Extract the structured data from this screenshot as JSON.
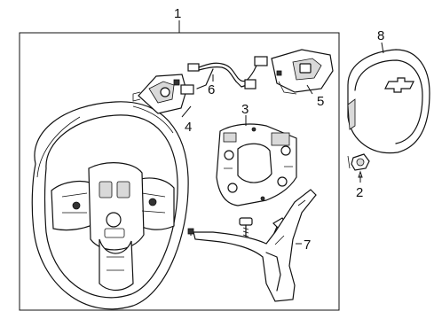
{
  "callouts": [
    {
      "id": "1",
      "label": "1"
    },
    {
      "id": "2",
      "label": "2"
    },
    {
      "id": "3",
      "label": "3"
    },
    {
      "id": "4",
      "label": "4"
    },
    {
      "id": "5",
      "label": "5"
    },
    {
      "id": "6",
      "label": "6"
    },
    {
      "id": "7",
      "label": "7"
    },
    {
      "id": "8",
      "label": "8"
    }
  ],
  "parts": [
    {
      "callout": "1",
      "icon": "steering-wheel-icon"
    },
    {
      "callout": "2",
      "icon": "bolt-icon"
    },
    {
      "callout": "3",
      "icon": "switch-bracket-icon"
    },
    {
      "callout": "4",
      "icon": "left-switch-icon"
    },
    {
      "callout": "5",
      "icon": "right-switch-icon"
    },
    {
      "callout": "6",
      "icon": "wire-harness-icon"
    },
    {
      "callout": "7",
      "icon": "lower-trim-cover-icon"
    },
    {
      "callout": "8",
      "icon": "airbag-module-icon"
    }
  ],
  "colors": {
    "line": "#111111",
    "background": "#ffffff",
    "shade": "#d9d9d9"
  }
}
